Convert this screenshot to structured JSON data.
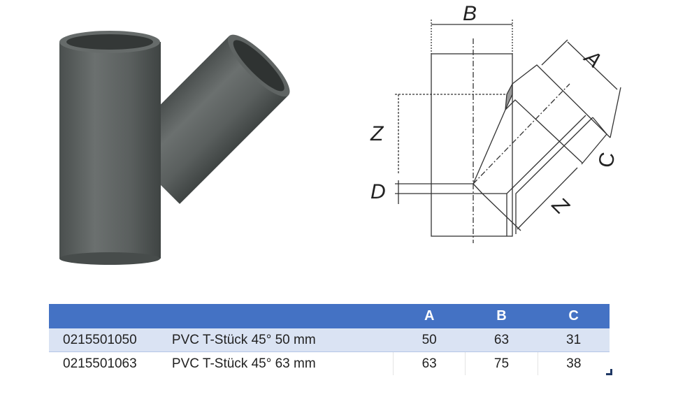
{
  "drawing": {
    "labels": {
      "B": "B",
      "A": "A",
      "Z": "Z",
      "D": "D",
      "C": "C",
      "Z2": "Z"
    }
  },
  "table": {
    "headers": [
      "",
      "",
      "A",
      "B",
      "C"
    ],
    "rows": [
      {
        "code": "0215501050",
        "desc": "PVC T-Stück 45° 50 mm",
        "A": "50",
        "B": "63",
        "C": "31"
      },
      {
        "code": "0215501063",
        "desc": "PVC T-Stück 45° 63 mm",
        "A": "63",
        "B": "75",
        "C": "38"
      }
    ]
  },
  "colors": {
    "header": "#4472c4",
    "row_alt": "#dae3f3",
    "pipe": "#5b605f"
  }
}
